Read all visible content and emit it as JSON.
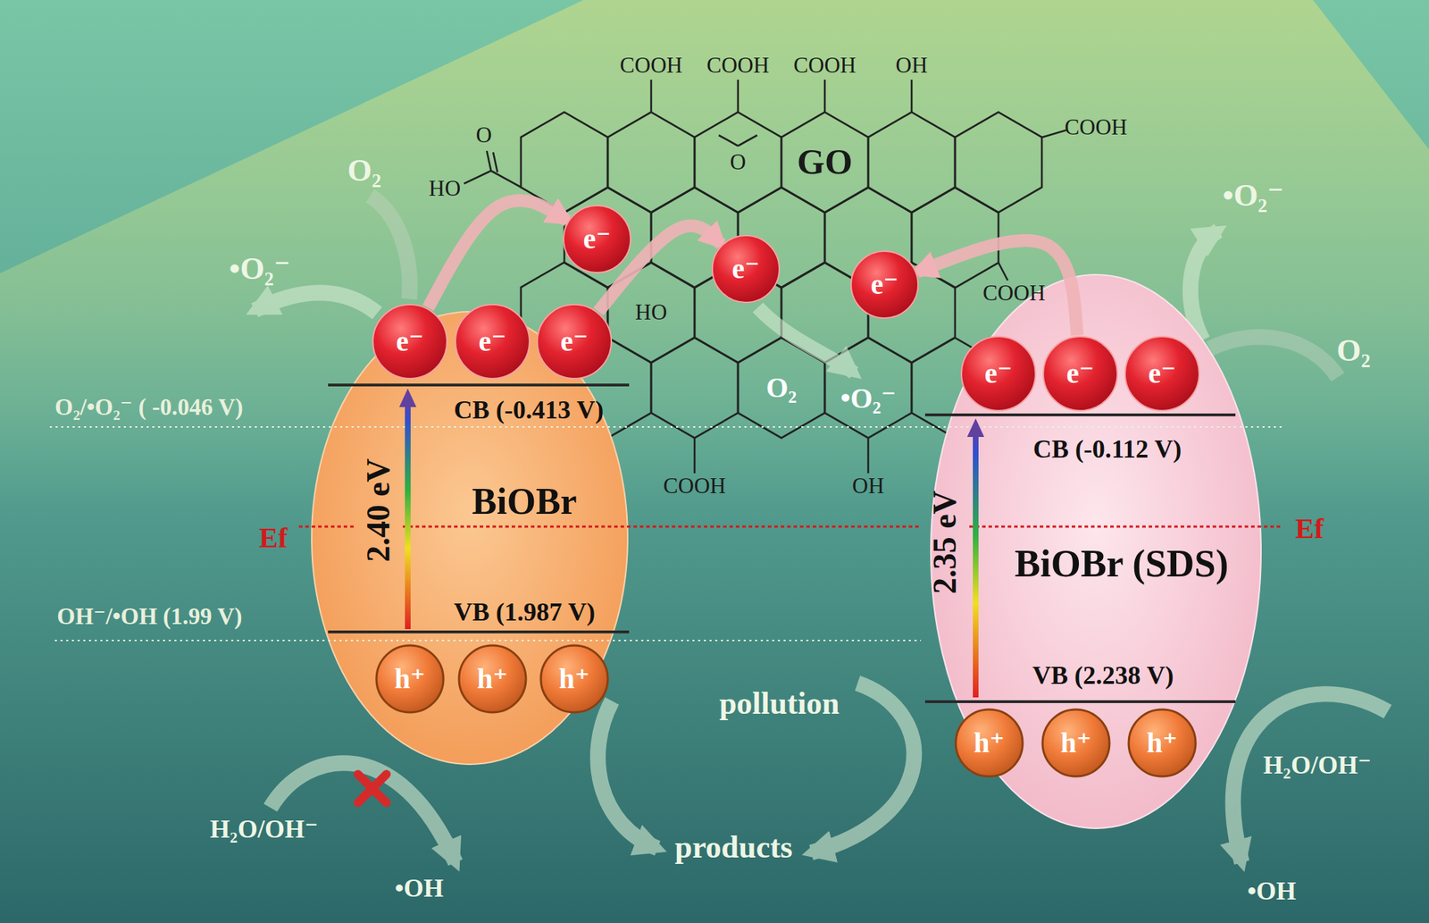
{
  "diagram": {
    "nodes": [
      {
        "text": [
          "CB (-0.413 V)",
          "2.40 eV",
          "BiOBr",
          "Ef",
          "VB (1.987 V)"
        ]
      },
      {
        "text": [
          "e⁻"
        ],
        "in": 0
      },
      {
        "text": [
          "e⁻"
        ],
        "in": 0
      },
      {
        "text": [
          "e⁻"
        ],
        "in": 0
      },
      {
        "text": [
          "h⁺"
        ],
        "in": 0
      },
      {
        "text": [
          "h⁺"
        ],
        "in": 0
      },
      {
        "text": [
          "h⁺"
        ],
        "in": 0
      },
      {
        "text": [
          "e⁻"
        ]
      },
      {
        "text": [
          "e⁻"
        ]
      },
      {
        "text": [
          "e⁻"
        ]
      },
      {
        "text": [
          "CB (-0.112 V)",
          "2.35 eV",
          "BiOBr (SDS)",
          "Ef",
          "VB (2.238 V)"
        ]
      },
      {
        "text": [
          "e⁻"
        ],
        "in": 10
      },
      {
        "text": [
          "e⁻"
        ],
        "in": 10
      },
      {
        "text": [
          "e⁻"
        ],
        "in": 10
      },
      {
        "text": [
          "h⁺"
        ],
        "in": 10
      },
      {
        "text": [
          "h⁺"
        ],
        "in": 10
      },
      {
        "text": [
          "h⁺"
        ],
        "in": 10
      }
    ],
    "edges": [
      {
        "from": 1,
        "to": 7,
        "arrow": "to"
      },
      {
        "from": 3,
        "to": 8,
        "arrow": "to"
      },
      {
        "from": 12,
        "to": 9,
        "arrow": "to"
      }
    ],
    "labels": [
      "COOH",
      "COOH",
      "COOH",
      "OH",
      "COOH",
      "O",
      "HO",
      "O",
      "GO",
      "HO",
      "COOH",
      "COOH",
      "OH",
      "O₂",
      "•O₂⁻",
      "O₂/•O₂⁻ ( -0.046 V)",
      "OH⁻/•OH (1.99 V)",
      "O₂",
      "•O₂⁻",
      "•O₂⁻",
      "O₂",
      "pollution",
      "H₂O/OH⁻",
      "•OH",
      "products",
      "H₂O/OH⁻",
      "•OH"
    ]
  }
}
